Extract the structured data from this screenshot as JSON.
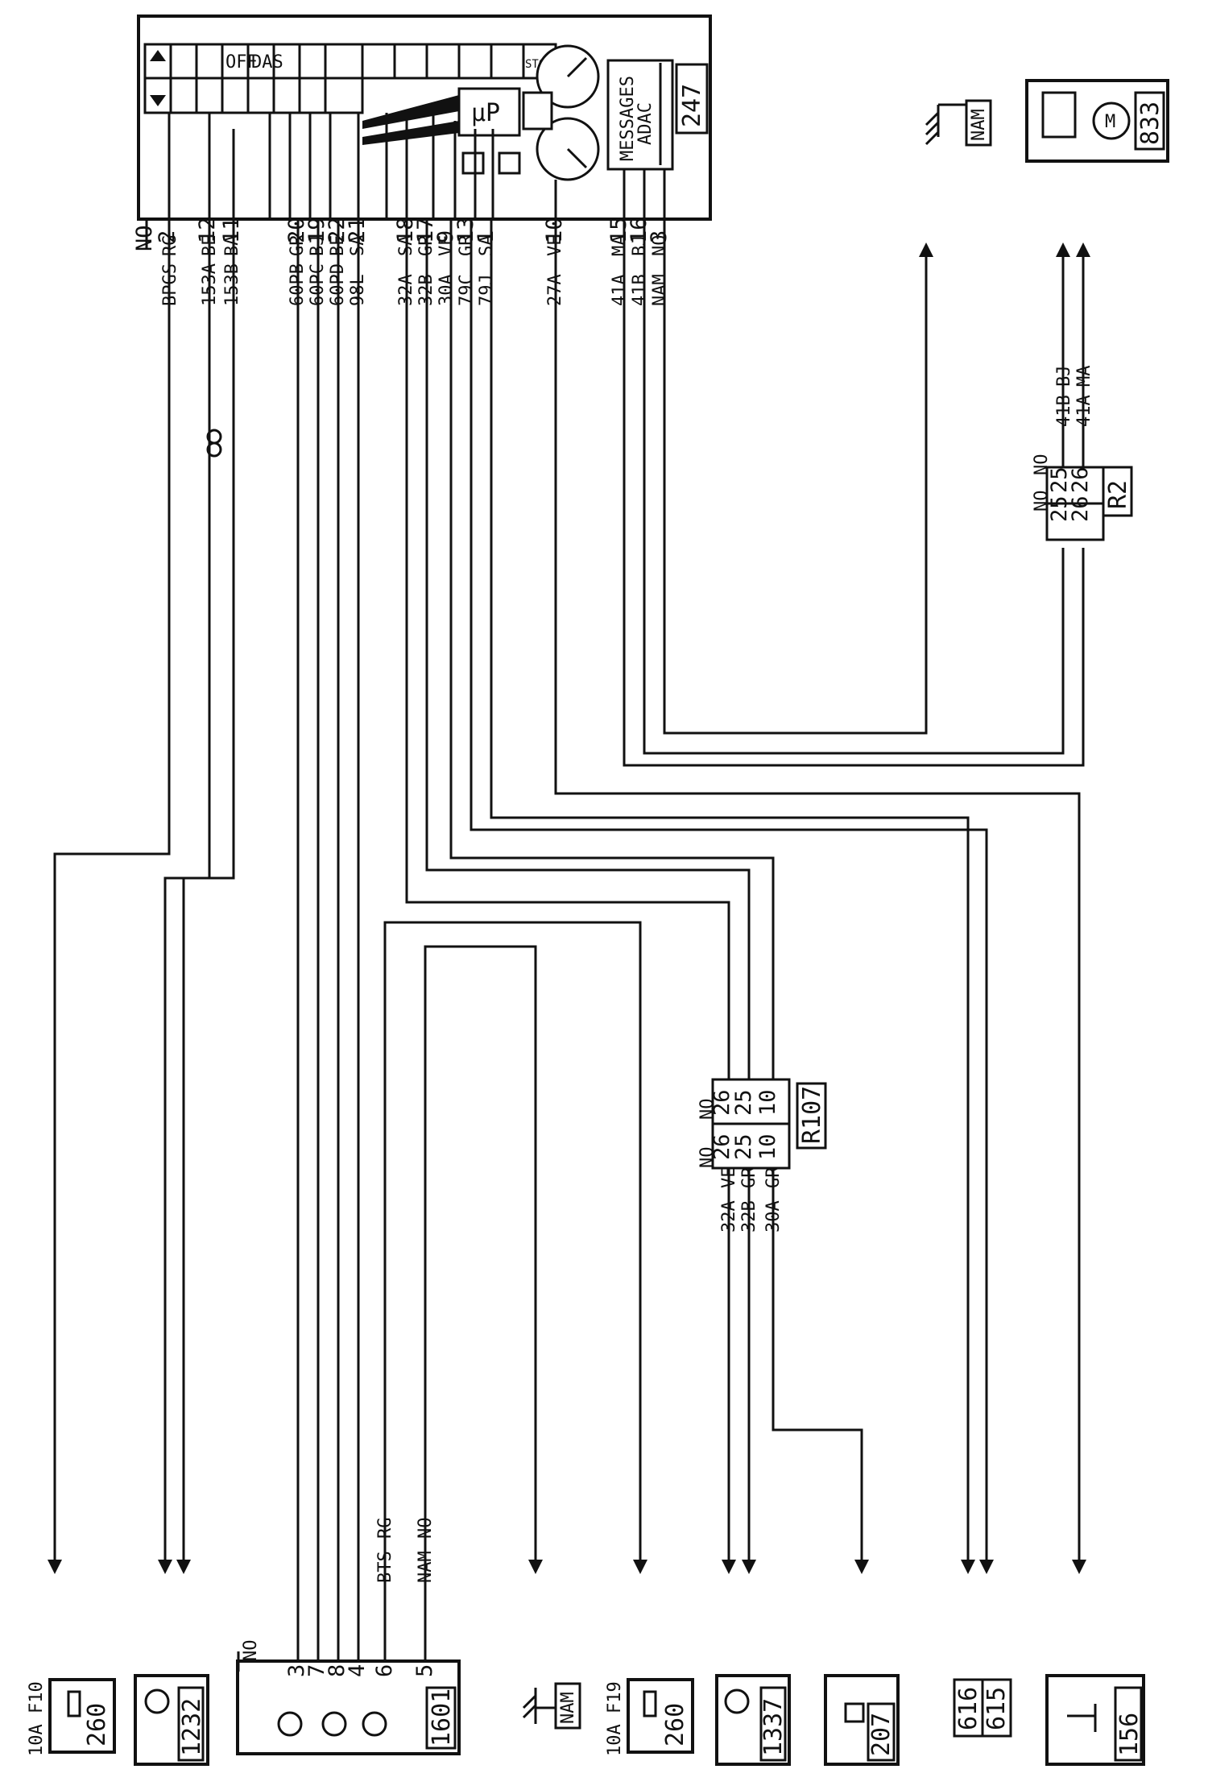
{
  "instrument_cluster": {
    "id": "247",
    "display_text": [
      "MESSAGES",
      "ADAC"
    ],
    "micro_label": "μP",
    "icon_labels": [
      "OFF",
      "DAS",
      "STOP"
    ],
    "ground_color": "NO",
    "pins": [
      {
        "pin": "2",
        "wire": "BPGS",
        "color": "RG"
      },
      {
        "pin": "12",
        "wire": "153A",
        "color": "BE"
      },
      {
        "pin": "11",
        "wire": "153B",
        "color": "BA"
      },
      {
        "pin": "20",
        "wire": "60PB",
        "color": "GR"
      },
      {
        "pin": "19",
        "wire": "60PC",
        "color": "BJ"
      },
      {
        "pin": "22",
        "wire": "60PD",
        "color": "BE"
      },
      {
        "pin": "21",
        "wire": "98L",
        "color": "SA"
      },
      {
        "pin": "18",
        "wire": "32A",
        "color": "SA"
      },
      {
        "pin": "17",
        "wire": "32B",
        "color": "GR"
      },
      {
        "pin": "9",
        "wire": "30A",
        "color": "VE"
      },
      {
        "pin": "13",
        "wire": "79C",
        "color": "GR"
      },
      {
        "pin": "1",
        "wire": "79J",
        "color": "SA"
      },
      {
        "pin": "10",
        "wire": "27A",
        "color": "VE"
      },
      {
        "pin": "15",
        "wire": "41A",
        "color": "MA"
      },
      {
        "pin": "16",
        "wire": "41B",
        "color": "BJ"
      },
      {
        "pin": "3",
        "wire": "NAM",
        "color": "NO"
      }
    ]
  },
  "connector_r107": {
    "id": "R107",
    "header": [
      "NO",
      "NO"
    ],
    "left_pins": [
      "26",
      "25",
      "10"
    ],
    "right_pins": [
      "26",
      "25",
      "10"
    ],
    "wires": [
      {
        "wire": "32A",
        "color": "VE"
      },
      {
        "wire": "32B",
        "color": "GR"
      },
      {
        "wire": "30A",
        "color": "GR"
      }
    ]
  },
  "connector_r2": {
    "id": "R2",
    "header": [
      "NO",
      "NO"
    ],
    "left_pins": [
      "25",
      "26"
    ],
    "right_pins": [
      "25",
      "26"
    ],
    "wires": [
      {
        "wire": "41B",
        "color": "BJ"
      },
      {
        "wire": "41A",
        "color": "MA"
      }
    ]
  },
  "ground_nam_top": "NAM",
  "ground_nam_bottom": "NAM",
  "motor_833": "833",
  "component_1601": {
    "id": "1601",
    "ground_color": "NO",
    "pins": [
      "3",
      "7",
      "8",
      "4",
      "6",
      "5"
    ],
    "wires": [
      {
        "wire": "BTS",
        "color": "RG"
      },
      {
        "wire": "NAM",
        "color": "NO"
      }
    ]
  },
  "bottom_components": [
    {
      "id": "260",
      "fuse": "10A F10"
    },
    {
      "id": "1232"
    },
    {
      "id": "260",
      "fuse": "10A F19"
    },
    {
      "id": "1337"
    },
    {
      "id": "207"
    },
    {
      "ids": [
        "616",
        "615"
      ]
    },
    {
      "id": "156"
    }
  ]
}
